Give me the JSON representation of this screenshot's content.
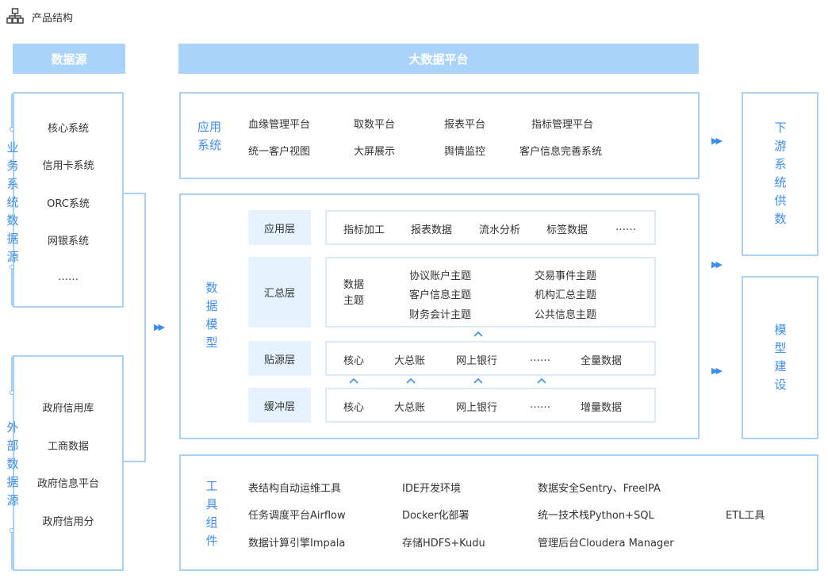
{
  "title": "产品结构",
  "source": {
    "header": "数据源",
    "business": {
      "label": "业务系统数据源",
      "items": [
        "核心系统",
        "信用卡系统",
        "ORC系统",
        "网银系统",
        "……"
      ]
    },
    "external": {
      "label": "外部数据源",
      "items": [
        "政府信用库",
        "工商数据",
        "政府信息平台",
        "政府信用分"
      ]
    }
  },
  "platform": {
    "header": "大数据平台",
    "app": {
      "label": "应用系统",
      "row1": [
        "血缘管理平台",
        "取数平台",
        "报表平台",
        "指标管理平台"
      ],
      "row2": [
        "统一客户视图",
        "大屏展示",
        "舆情监控",
        "客户信息完善系统"
      ]
    },
    "model": {
      "label": "数据模型",
      "app_layer": {
        "name": "应用层",
        "items": [
          "指标加工",
          "报表数据",
          "流水分析",
          "标签数据",
          "……"
        ]
      },
      "summary_layer": {
        "name": "汇总层",
        "group_label": "数据主题",
        "col1": [
          "协议账户主题",
          "客户信息主题",
          "财务会计主题"
        ],
        "col2": [
          "交易事件主题",
          "机构汇总主题",
          "公共信息主题"
        ]
      },
      "source_layer": {
        "name": "贴源层",
        "items": [
          "核心",
          "大总账",
          "网上银行",
          "……",
          "全量数据"
        ]
      },
      "buffer_layer": {
        "name": "缓冲层",
        "items": [
          "核心",
          "大总账",
          "网上银行",
          "……",
          "增量数据"
        ]
      }
    },
    "tools": {
      "label": "工具组件",
      "col1": [
        "表结构自动运维工具",
        "任务调度平台Airflow",
        "数据计算引擎Impala"
      ],
      "col2": [
        "IDE开发环境",
        "Docker化部署",
        "存储HDFS+Kudu"
      ],
      "col3": [
        "数据安全Sentry、FreeIPA",
        "统一技术栈Python+SQL",
        "管理后台Cloudera Manager"
      ],
      "col4": "ETL工具"
    }
  },
  "output": {
    "downstream": "下游系统供数",
    "modeling": "模型建设"
  },
  "colors": {
    "header_bg": "#a9d3fb",
    "border": "#a8d1f7",
    "accent": "#3d8ef0",
    "layer_bg": "#e6f2fd"
  }
}
